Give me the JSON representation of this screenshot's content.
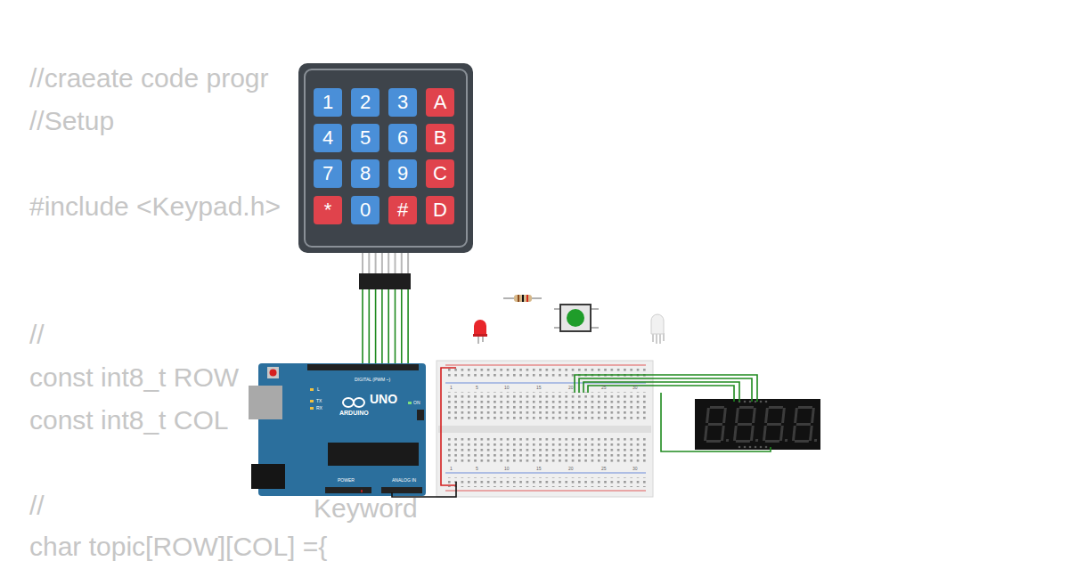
{
  "diagram": {
    "nodes": [
      {
        "text": [
          "1"
        ]
      },
      {
        "text": [
          "2"
        ]
      },
      {
        "text": [
          "3"
        ]
      },
      {
        "text": [
          "A"
        ]
      },
      {
        "text": [
          "4"
        ]
      },
      {
        "text": [
          "5"
        ]
      },
      {
        "text": [
          "6"
        ]
      },
      {
        "text": [
          "B"
        ]
      },
      {
        "text": [
          "7"
        ]
      },
      {
        "text": [
          "8"
        ]
      },
      {
        "text": [
          "9"
        ]
      },
      {
        "text": [
          "C"
        ]
      },
      {
        "text": [
          "*"
        ]
      },
      {
        "text": [
          "0"
        ]
      },
      {
        "text": [
          "#"
        ]
      },
      {
        "text": [
          "D"
        ]
      }
    ],
    "labels": [
      "//craeate code progr",
      "//Setup",
      "#include <Keypad.h>",
      "//",
      "const int8_t ROW",
      "const int8_t COL",
      "//",
      "Keyword",
      "char topic[ROW][COL] ={",
      "UNO",
      "ARDUINO",
      "DIGITAL (PWM ~)",
      "ANALOG IN",
      "POWER",
      "TX",
      "RX",
      "L",
      "ON",
      "1",
      "5",
      "10",
      "15",
      "20",
      "25",
      "30",
      "1",
      "5",
      "10",
      "15",
      "20",
      "25",
      "30"
    ]
  }
}
